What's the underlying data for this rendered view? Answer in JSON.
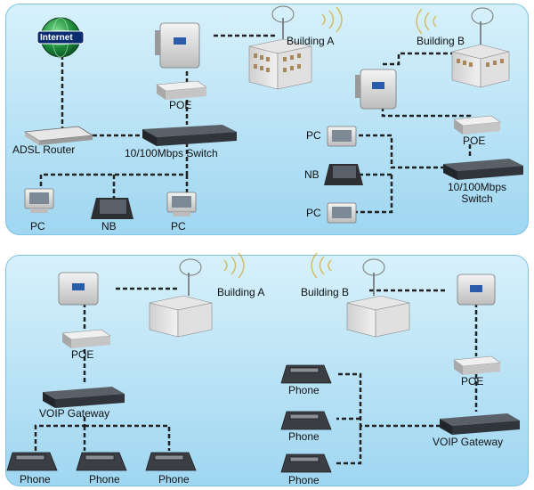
{
  "top": {
    "internet": "Internet",
    "building_a": "Building A",
    "building_b": "Building B",
    "poe_a": "POE",
    "poe_b": "POE",
    "adsl_router": "ADSL Router",
    "switch_a": "10/100Mbps Switch",
    "switch_b_line1": "10/100Mbps",
    "switch_b_line2": "Switch",
    "pc_left_1": "PC",
    "nb_left": "NB",
    "pc_left_2": "PC",
    "pc_right_1": "PC",
    "nb_right": "NB",
    "pc_right_2": "PC"
  },
  "bottom": {
    "building_a": "Building A",
    "building_b": "Building B",
    "poe_a": "POE",
    "poe_b": "POE",
    "voip_a": "VOIP Gateway",
    "voip_b": "VOIP Gateway",
    "phone_l1": "Phone",
    "phone_l2": "Phone",
    "phone_l3": "Phone",
    "phone_r1": "Phone",
    "phone_r2": "Phone",
    "phone_r3": "Phone"
  },
  "colors": {
    "panel_top": "#d7f1fb",
    "panel_bottom": "#9fd6f1",
    "link": "#222222",
    "globe": "#1a8a3a",
    "device": "#d9d9d9",
    "switch": "#3a3f46"
  }
}
